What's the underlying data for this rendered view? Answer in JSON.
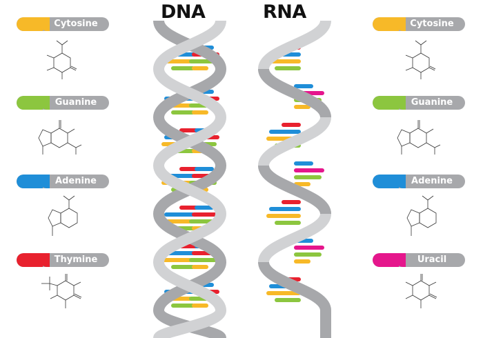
{
  "diagram": {
    "titles": {
      "dna": "DNA",
      "rna": "RNA"
    },
    "colors": {
      "cytosine": "#f7b928",
      "guanine": "#8cc63f",
      "adenine": "#1f8ed8",
      "thymine": "#e8212e",
      "uracil": "#e5168c",
      "backbone_light": "#d1d2d4",
      "backbone_dark": "#a7a8ab",
      "pill_bg": "#a7a8ab"
    },
    "left_bases": [
      {
        "name": "Cytosine",
        "color": "#f7b928"
      },
      {
        "name": "Guanine",
        "color": "#8cc63f"
      },
      {
        "name": "Adenine",
        "color": "#1f8ed8"
      },
      {
        "name": "Thymine",
        "color": "#e8212e"
      }
    ],
    "right_bases": [
      {
        "name": "Cytosine",
        "color": "#f7b928"
      },
      {
        "name": "Guanine",
        "color": "#8cc63f"
      },
      {
        "name": "Adenine",
        "color": "#1f8ed8"
      },
      {
        "name": "Uracil",
        "color": "#e5168c"
      }
    ]
  }
}
